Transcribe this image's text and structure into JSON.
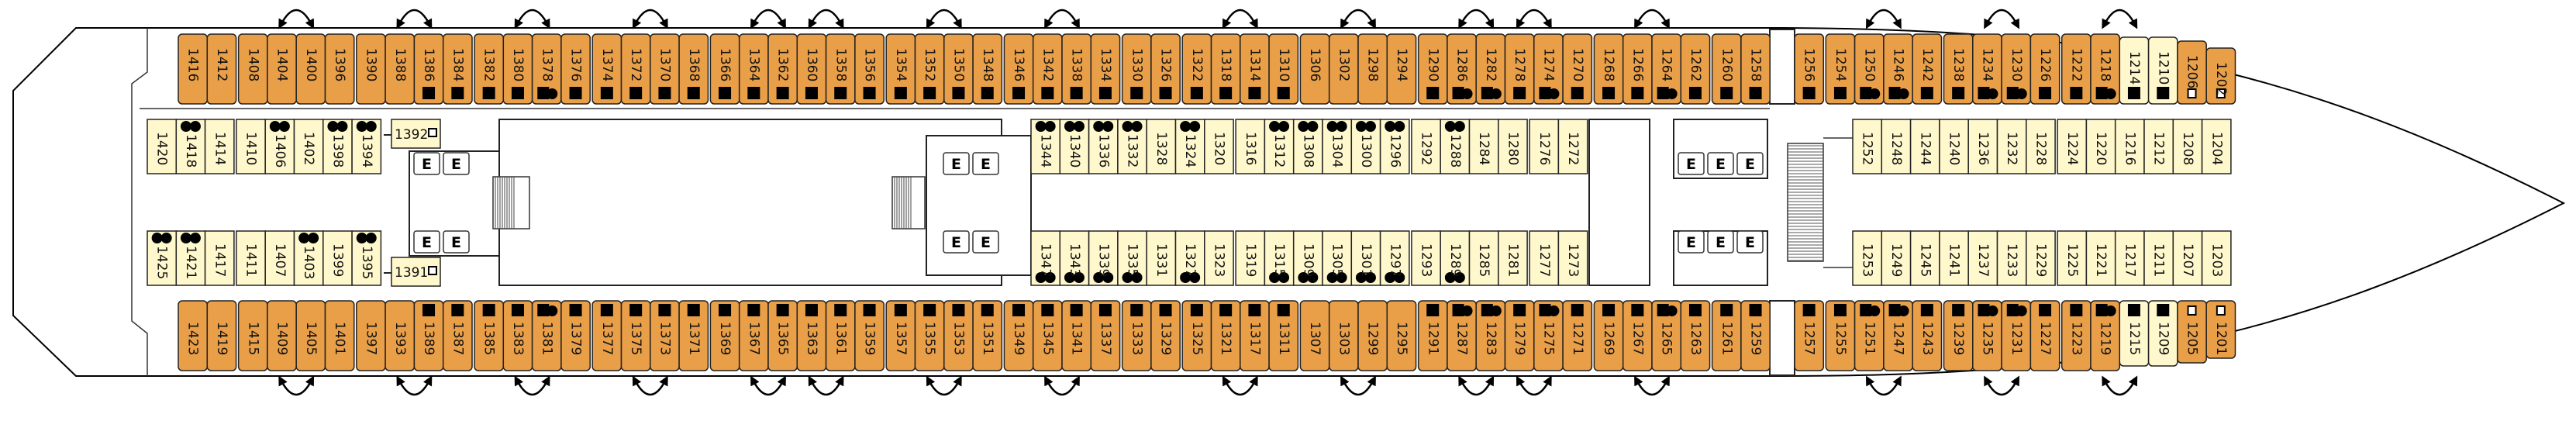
{
  "deck_plan": {
    "top_row": {
      "aft_groups": [
        [
          "1416",
          "1412"
        ],
        [
          "1408",
          "1404",
          "1400",
          "1396"
        ],
        [
          "1390",
          "1388",
          "1386",
          "1384"
        ],
        [
          "1382",
          "1380",
          "1378",
          "1376"
        ],
        [
          "1374",
          "1372",
          "1370",
          "1368"
        ],
        [
          "1366",
          "1364",
          "1362",
          "1360",
          "1358",
          "1356"
        ],
        [
          "1354",
          "1352",
          "1350",
          "1348"
        ],
        [
          "1346",
          "1342",
          "1338",
          "1334"
        ],
        [
          "1330",
          "1326"
        ],
        [
          "1322",
          "1318",
          "1314",
          "1310"
        ],
        [
          "1306",
          "1302",
          "1298",
          "1294"
        ],
        [
          "1290",
          "1286",
          "1282",
          "1278",
          "1274",
          "1270"
        ],
        [
          "1268",
          "1266",
          "1264",
          "1262"
        ],
        [
          "1260",
          "1258"
        ]
      ],
      "forward_groups": [
        [
          "1256"
        ],
        [
          "1254",
          "1250",
          "1246",
          "1242"
        ],
        [
          "1238",
          "1234",
          "1230",
          "1226"
        ],
        [
          "1222",
          "1218",
          "1214",
          "1210",
          "1206",
          "1202"
        ]
      ]
    },
    "bottom_row": {
      "aft_groups": [
        [
          "1423",
          "1419"
        ],
        [
          "1415",
          "1409",
          "1405",
          "1401"
        ],
        [
          "1397",
          "1393",
          "1389",
          "1387"
        ],
        [
          "1385",
          "1383",
          "1381",
          "1379"
        ],
        [
          "1377",
          "1375",
          "1373",
          "1371"
        ],
        [
          "1369",
          "1367",
          "1365",
          "1363",
          "1361",
          "1359"
        ],
        [
          "1357",
          "1355",
          "1353",
          "1351"
        ],
        [
          "1349",
          "1345",
          "1341",
          "1337"
        ],
        [
          "1333",
          "1329"
        ],
        [
          "1325",
          "1321",
          "1317",
          "1311"
        ],
        [
          "1307",
          "1303",
          "1299",
          "1295"
        ],
        [
          "1291",
          "1287",
          "1283",
          "1279",
          "1275",
          "1271"
        ],
        [
          "1269",
          "1267",
          "1265",
          "1263"
        ],
        [
          "1261",
          "1259"
        ]
      ],
      "forward_groups": [
        [
          "1257"
        ],
        [
          "1255",
          "1251",
          "1247",
          "1243"
        ],
        [
          "1239",
          "1235",
          "1231",
          "1227"
        ],
        [
          "1223",
          "1219",
          "1215",
          "1209",
          "1205",
          "1201"
        ]
      ]
    },
    "inner_upper": {
      "left_groups": [
        [
          "1420",
          "1418",
          "1414"
        ],
        [
          "1410",
          "1406",
          "1402",
          "1398",
          "1394"
        ]
      ],
      "middle_groups": [
        [
          "1344",
          "1340",
          "1336",
          "1332",
          "1328",
          "1324",
          "1320"
        ],
        [
          "1316",
          "1312",
          "1308",
          "1304",
          "1300",
          "1296"
        ],
        [
          "1292",
          "1288",
          "1284",
          "1280"
        ],
        [
          "1276",
          "1272"
        ]
      ],
      "forward_groups": [
        [
          "1252",
          "1248",
          "1244",
          "1240",
          "1236",
          "1232",
          "1228"
        ],
        [
          "1224",
          "1220",
          "1216",
          "1212",
          "1208",
          "1204"
        ]
      ]
    },
    "inner_lower": {
      "left_groups": [
        [
          "1425",
          "1421",
          "1417"
        ],
        [
          "1411",
          "1407",
          "1403",
          "1399",
          "1395"
        ]
      ],
      "middle_groups": [
        [
          "1347",
          "1343",
          "1339",
          "1335",
          "1331",
          "1327",
          "1323"
        ],
        [
          "1319",
          "1315",
          "1309",
          "1305",
          "1301",
          "1297"
        ],
        [
          "1293",
          "1289",
          "1285",
          "1281"
        ],
        [
          "1277",
          "1273"
        ]
      ],
      "forward_groups": [
        [
          "1253",
          "1249",
          "1245",
          "1241",
          "1237",
          "1233",
          "1229"
        ],
        [
          "1225",
          "1221",
          "1217",
          "1211",
          "1207",
          "1203"
        ]
      ]
    },
    "small_cabins": {
      "upper": "1392",
      "lower": "1391"
    },
    "elevator_label": "E",
    "cabin_markers": {
      "solid_square": [
        "1386",
        "1384",
        "1382",
        "1380",
        "1376",
        "1374",
        "1372",
        "1370",
        "1368",
        "1366",
        "1364",
        "1362",
        "1360",
        "1358",
        "1356",
        "1354",
        "1352",
        "1350",
        "1348",
        "1346",
        "1342",
        "1338",
        "1334",
        "1330",
        "1326",
        "1322",
        "1318",
        "1314",
        "1310",
        "1290",
        "1278",
        "1270",
        "1268",
        "1266",
        "1262",
        "1260",
        "1258",
        "1256",
        "1254",
        "1242",
        "1238",
        "1226",
        "1222",
        "1214",
        "1210",
        "1389",
        "1387",
        "1385",
        "1383",
        "1379",
        "1377",
        "1375",
        "1373",
        "1371",
        "1369",
        "1367",
        "1365",
        "1363",
        "1361",
        "1359",
        "1357",
        "1355",
        "1353",
        "1351",
        "1349",
        "1345",
        "1341",
        "1337",
        "1333",
        "1329",
        "1325",
        "1321",
        "1317",
        "1311",
        "1291",
        "1279",
        "1271",
        "1269",
        "1267",
        "1263",
        "1261",
        "1259",
        "1257",
        "1255",
        "1243",
        "1239",
        "1227",
        "1223",
        "1215",
        "1209"
      ],
      "square_with_dot": [
        "1378",
        "1286",
        "1282",
        "1274",
        "1264",
        "1250",
        "1246",
        "1234",
        "1230",
        "1218",
        "1381",
        "1287",
        "1283",
        "1275",
        "1265",
        "1251",
        "1247",
        "1235",
        "1231",
        "1219"
      ],
      "hollow_square": [
        "1206",
        "1202",
        "1205",
        "1201",
        "1392",
        "1391"
      ],
      "double_dot": [
        "1418",
        "1406",
        "1398",
        "1394",
        "1425",
        "1421",
        "1403",
        "1395",
        "1344",
        "1340",
        "1336",
        "1332",
        "1324",
        "1312",
        "1308",
        "1304",
        "1300",
        "1296",
        "1288",
        "1347",
        "1343",
        "1339",
        "1335",
        "1327",
        "1315",
        "1309",
        "1305",
        "1301",
        "1297",
        "1289"
      ]
    },
    "light_category_cabins": [
      "1214",
      "1210",
      "1215",
      "1209"
    ],
    "connecting_pairs": [
      [
        "1404",
        "1400"
      ],
      [
        "1388",
        "1386"
      ],
      [
        "1380",
        "1378"
      ],
      [
        "1372",
        "1370"
      ],
      [
        "1364",
        "1362"
      ],
      [
        "1360",
        "1358"
      ],
      [
        "1352",
        "1350"
      ],
      [
        "1342",
        "1338"
      ],
      [
        "1318",
        "1314"
      ],
      [
        "1302",
        "1298"
      ],
      [
        "1286",
        "1282"
      ],
      [
        "1278",
        "1274"
      ],
      [
        "1266",
        "1264"
      ],
      [
        "1250",
        "1246"
      ],
      [
        "1234",
        "1230"
      ],
      [
        "1218",
        "1214"
      ],
      [
        "1409",
        "1405"
      ],
      [
        "1393",
        "1389"
      ],
      [
        "1383",
        "1381"
      ],
      [
        "1375",
        "1373"
      ],
      [
        "1367",
        "1365"
      ],
      [
        "1363",
        "1361"
      ],
      [
        "1355",
        "1353"
      ],
      [
        "1345",
        "1341"
      ],
      [
        "1321",
        "1317"
      ],
      [
        "1303",
        "1299"
      ],
      [
        "1287",
        "1283"
      ],
      [
        "1279",
        "1275"
      ],
      [
        "1267",
        "1265"
      ],
      [
        "1251",
        "1247"
      ],
      [
        "1235",
        "1231"
      ],
      [
        "1219",
        "1215"
      ]
    ],
    "colors": {
      "outer_cabin": "#E99E48",
      "inner_cabin": "#FFF8CC",
      "outline": "#222222",
      "marker": "#000000"
    }
  }
}
